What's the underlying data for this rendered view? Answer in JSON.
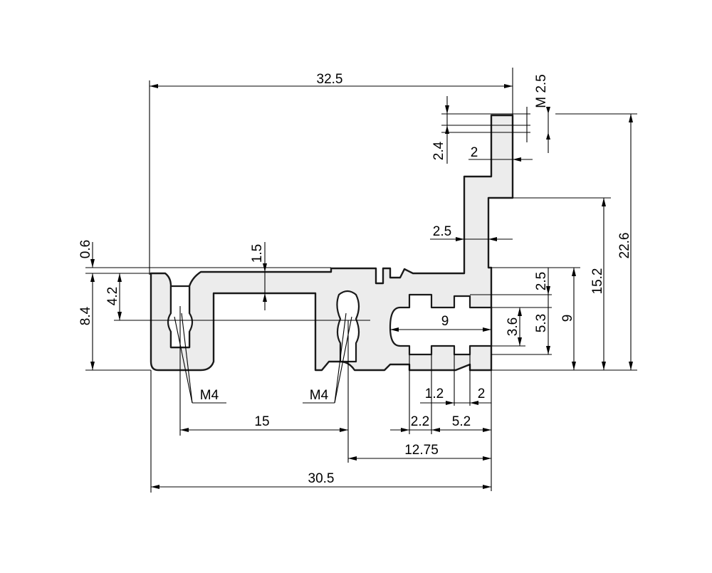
{
  "drawing": {
    "colors": {
      "profile_fill": "#ececec",
      "outline": "#1a1a1a",
      "background": "#ffffff"
    },
    "dimensions": {
      "overall_top_width": "32.5",
      "overall_bottom_width": "30.5",
      "slot_pitch": "15",
      "offset_right": "12.75",
      "right_slot_2_2": "2.2",
      "right_slot_5_2": "5.2",
      "right_slot_1_2": "1.2",
      "right_slot_2": "2",
      "inner_slot_width": "9",
      "height_total": "22.6",
      "height_15_2": "15.2",
      "height_9": "9",
      "height_5_3": "5.3",
      "height_3_6": "3.6",
      "height_2_5_right": "2.5",
      "flange_wall_2_5": "2.5",
      "top_tab_2": "2",
      "top_tab_2_4": "2.4",
      "thread_m2_5": "M 2.5",
      "left_height_8_4": "8.4",
      "left_4_2": "4.2",
      "offset_0_6": "0.6",
      "wall_1_5": "1.5"
    },
    "threads": {
      "left": "M4",
      "middle": "M4"
    }
  }
}
